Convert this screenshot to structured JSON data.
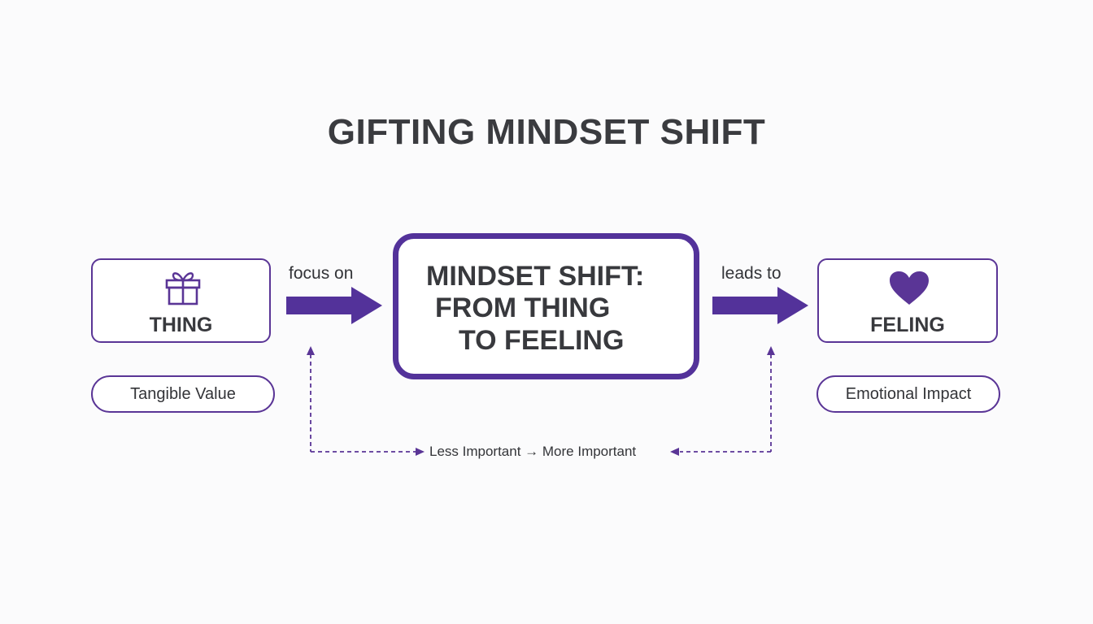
{
  "title": "GIFTING MINDSET SHIFT",
  "left_node": {
    "label": "THING",
    "icon": "gift-icon",
    "tag": "Tangible Value"
  },
  "center_node": {
    "lines": [
      "MINDSET SHIFT:",
      "FROM THING",
      "TO FEELING"
    ]
  },
  "right_node": {
    "label": "FELING",
    "icon": "heart-icon",
    "tag": "Emotional Impact"
  },
  "edges": {
    "left_label": "focus on",
    "right_label": "leads to"
  },
  "bottom_label": "Less Important → More Important",
  "colors": {
    "accent": "#53329a",
    "text": "#333438",
    "background": "#fbfbfc"
  }
}
